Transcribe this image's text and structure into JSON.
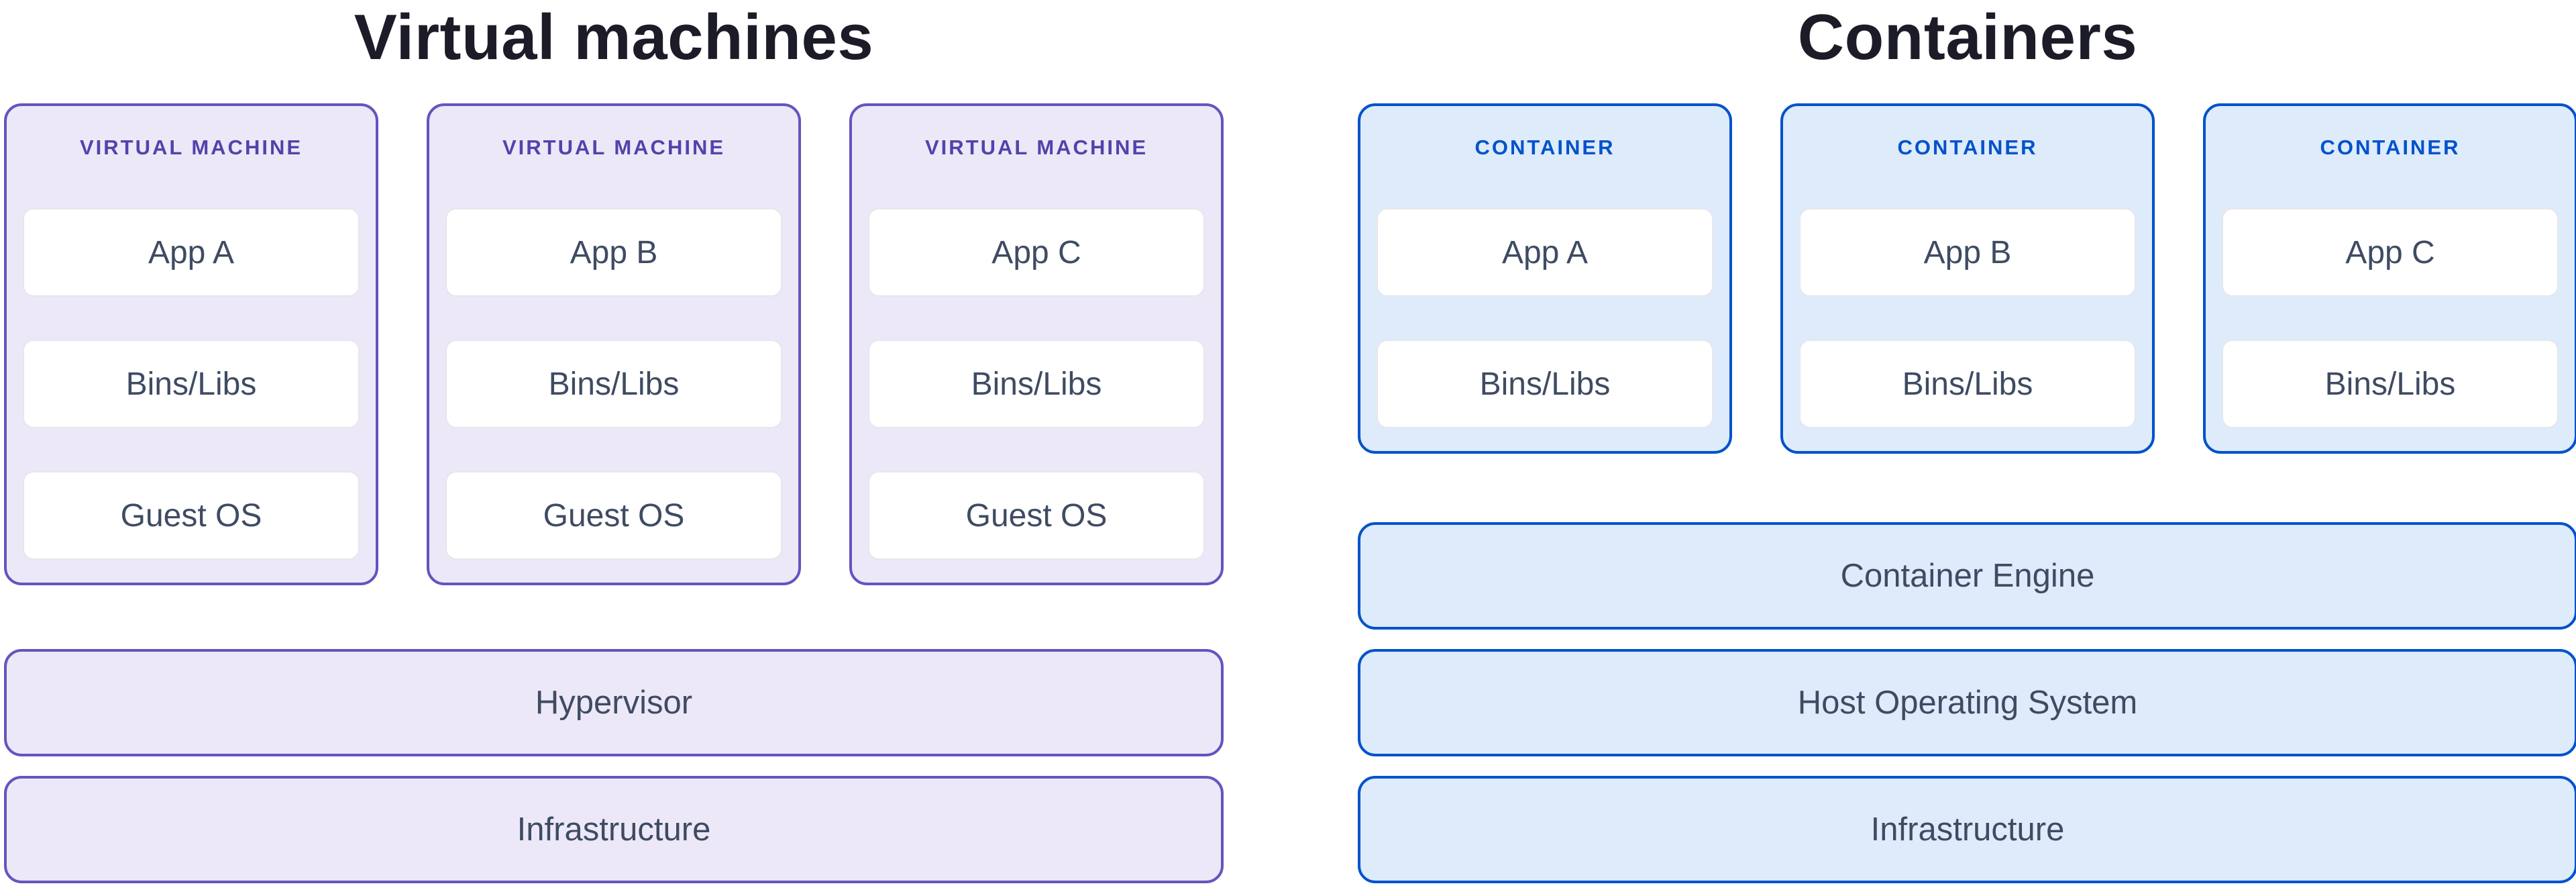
{
  "vm_section": {
    "title": "Virtual machines",
    "cards": [
      {
        "header": "VIRTUAL MACHINE",
        "layers": [
          "App A",
          "Bins/Libs",
          "Guest OS"
        ]
      },
      {
        "header": "VIRTUAL MACHINE",
        "layers": [
          "App B",
          "Bins/Libs",
          "Guest OS"
        ]
      },
      {
        "header": "VIRTUAL MACHINE",
        "layers": [
          "App C",
          "Bins/Libs",
          "Guest OS"
        ]
      }
    ],
    "base_layers": [
      "Hypervisor",
      "Infrastructure"
    ],
    "colors": {
      "border": "#6554C0",
      "card_bg": "#ECE8F8",
      "header_text": "#5243AA"
    }
  },
  "containers_section": {
    "title": "Containers",
    "cards": [
      {
        "header": "CONTAINER",
        "layers": [
          "App A",
          "Bins/Libs"
        ]
      },
      {
        "header": "CONTAINER",
        "layers": [
          "App B",
          "Bins/Libs"
        ]
      },
      {
        "header": "CONTAINER",
        "layers": [
          "App C",
          "Bins/Libs"
        ]
      }
    ],
    "base_layers": [
      "Container Engine",
      "Host Operating System",
      "Infrastructure"
    ],
    "colors": {
      "border": "#0052CC",
      "card_bg": "#DEEBFA",
      "header_text": "#0052CC"
    }
  }
}
